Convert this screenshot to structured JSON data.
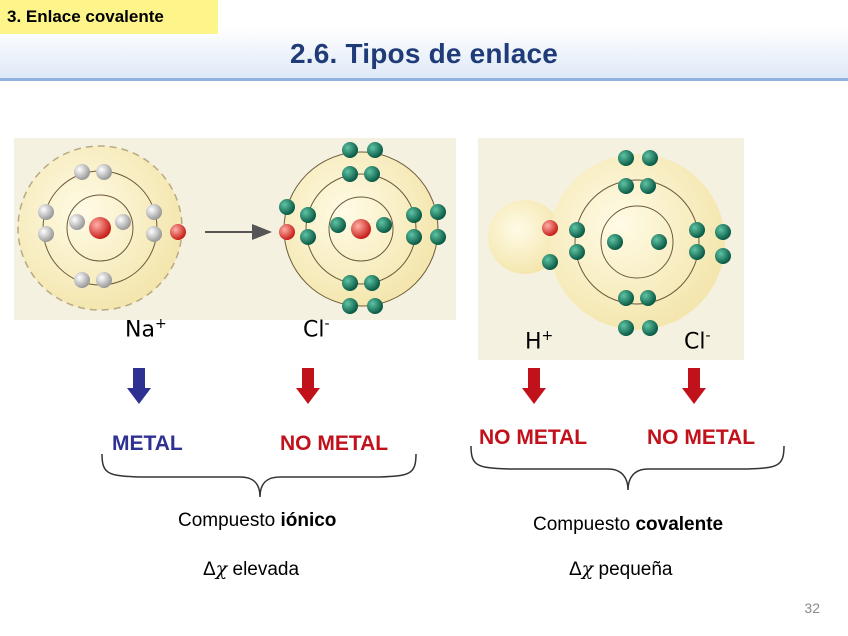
{
  "header": {
    "section": "3. Enlace covalente",
    "title": "2.6. Tipos de enlace"
  },
  "ionic": {
    "ion1": {
      "symbol": "Na",
      "charge": "+"
    },
    "ion2": {
      "symbol": "Cl",
      "charge": "-"
    },
    "category1": "METAL",
    "category2": "NO METAL",
    "compound_prefix": "Compuesto ",
    "compound_type": "iónico",
    "delta_symbol": "Δ",
    "chi_symbol": "χ",
    "delta_text": " elevada"
  },
  "covalent": {
    "ion1": {
      "symbol": "H",
      "charge": "+"
    },
    "ion2": {
      "symbol": "Cl",
      "charge": "-"
    },
    "category1": "NO METAL",
    "category2": "NO METAL",
    "compound_prefix": "Compuesto ",
    "compound_type": "covalente",
    "delta_symbol": "Δ",
    "chi_symbol": "χ",
    "delta_text": " pequeña"
  },
  "colors": {
    "metal": "#2e3192",
    "nonmetal": "#c1121c",
    "title": "#1f3b78",
    "tag": "#fdf58a"
  },
  "footer": {
    "page_number": "32"
  }
}
